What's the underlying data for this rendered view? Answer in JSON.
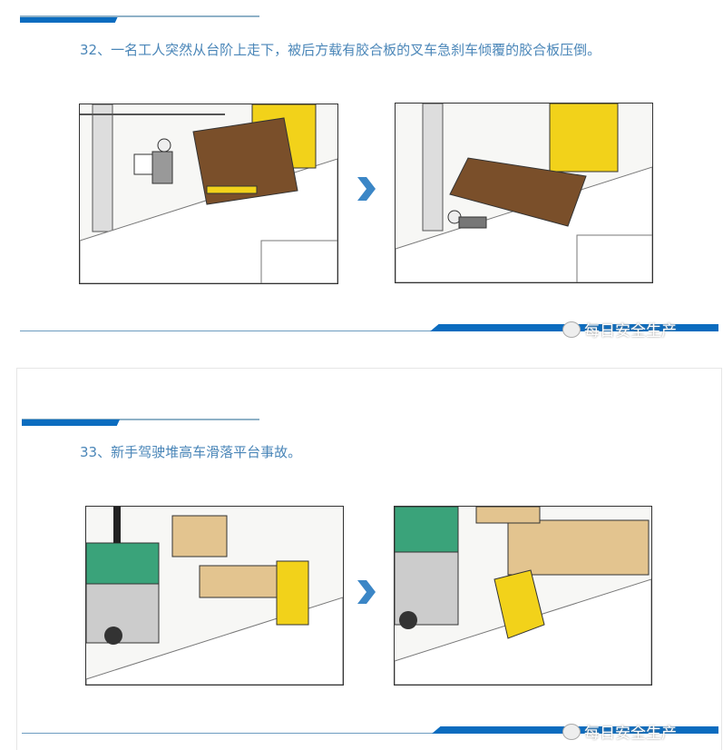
{
  "sections": [
    {
      "title": "32、一名工人突然从台阶上走下，被后方载有胶合板的叉车急刹车倾覆的胶合板压倒。",
      "watermark": "每日安全生产"
    },
    {
      "title": "33、新手驾驶堆高车滑落平台事故。",
      "watermark": "每日安全生产"
    }
  ],
  "icons": {
    "arrow": "chevron-right-icon",
    "watermark": "wechat-icon"
  },
  "colors": {
    "accent": "#0b6cbf",
    "title": "#4a86b8",
    "forklift": "#f2d21a",
    "plywood": "#7a4f2a",
    "truck_cover": "#3aa37a",
    "boxes": "#e3c48f"
  }
}
